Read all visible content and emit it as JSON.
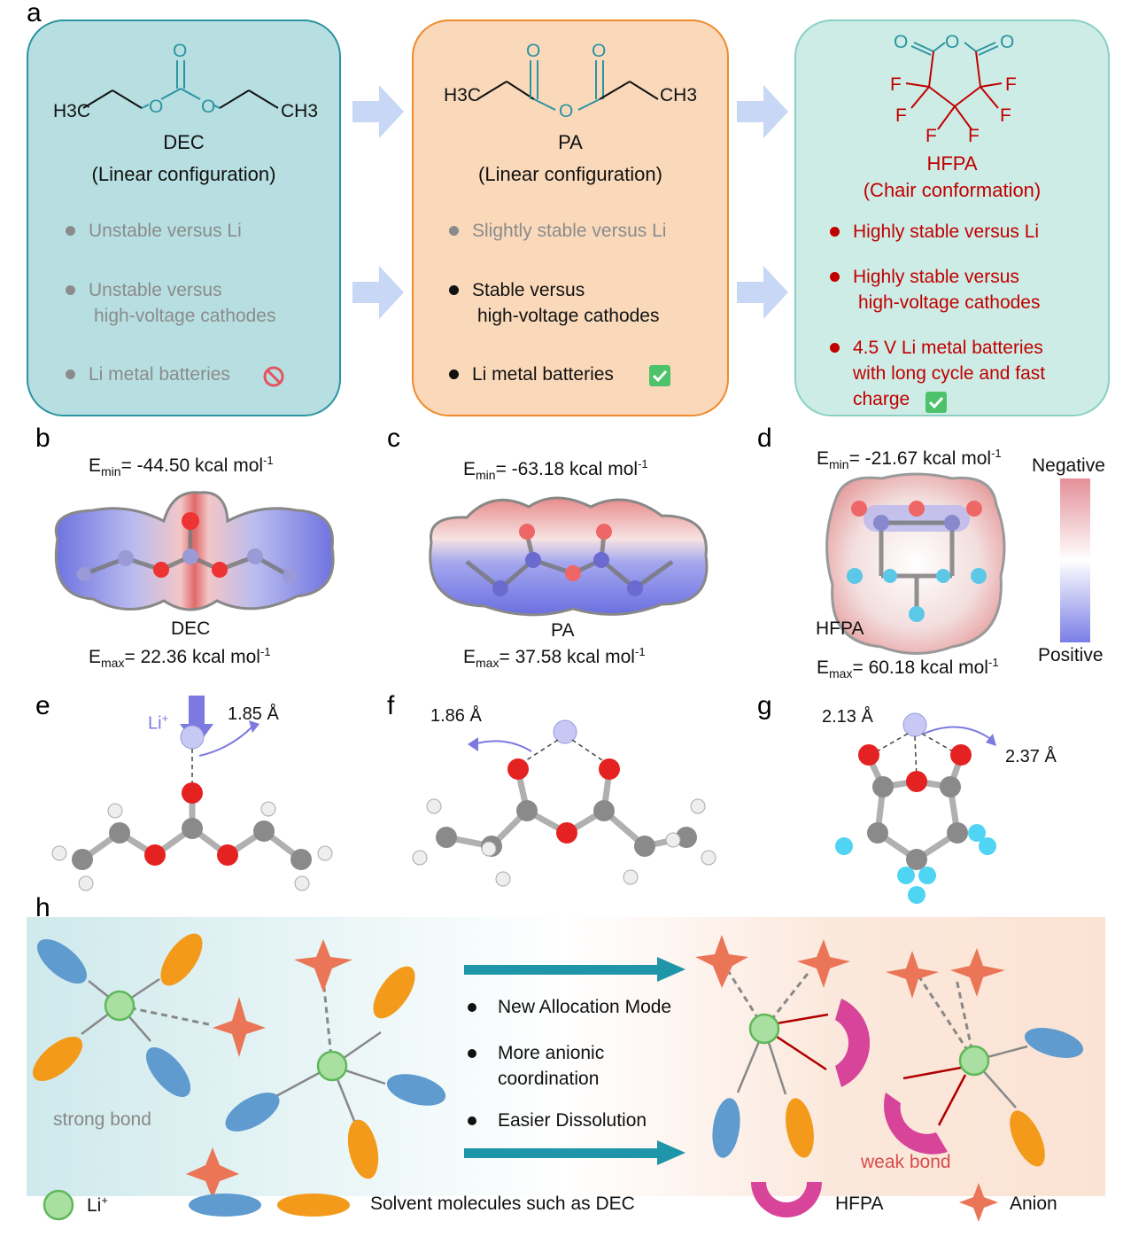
{
  "panels": {
    "a": "a",
    "b": "b",
    "c": "c",
    "d": "d",
    "e": "e",
    "f": "f",
    "g": "g",
    "h": "h"
  },
  "colors": {
    "teal": "#2b93a2",
    "orange": "#f08a2c",
    "red": "#c00000",
    "li": "#9ad89a",
    "blue_solvent": "#5f9bcf",
    "orange_solvent": "#f39a1b",
    "hfpa": "#d8449a",
    "anion": "#ea7557",
    "arrow": "#1e95a8",
    "li_ion": "#c8c8f4"
  },
  "dec": {
    "atoms": {
      "h3c": "H3C",
      "o1": "O",
      "o2": "O",
      "o3": "O",
      "ch3": "CH3"
    },
    "name": "DEC",
    "conf": "(Linear configuration)",
    "bullets": [
      "Unstable versus Li",
      "Unstable versus",
      "high-voltage cathodes",
      "Li metal batteries"
    ],
    "prohibited_icon": "prohibited-icon"
  },
  "pa": {
    "atoms": {
      "h3c": "H3C",
      "o1": "O",
      "o2": "O",
      "o3": "O",
      "ch3": "CH3"
    },
    "name": "PA",
    "conf": "(Linear configuration)",
    "bullets": [
      "Slightly stable versus Li",
      "Stable versus",
      "high-voltage cathodes",
      "Li metal batteries"
    ],
    "check_icon": "check-icon"
  },
  "hfpa": {
    "atoms": {
      "o1": "O",
      "o2": "O",
      "o3": "O",
      "f1": "F",
      "f2": "F",
      "f3": "F",
      "f4": "F",
      "f5": "F",
      "f6": "F"
    },
    "name": "HFPA",
    "conf": "(Chair conformation)",
    "bullets": [
      "Highly stable versus Li",
      "Highly stable versus",
      "high-voltage cathodes",
      "4.5 V Li metal batteries",
      "with long cycle and fast",
      "charge"
    ],
    "check_icon": "check-icon"
  },
  "esp": {
    "b": {
      "emin_val": "= -44.50 kcal mol",
      "emax_val": "= 22.36 kcal mol",
      "label": "DEC"
    },
    "c": {
      "emin_val": "= -63.18 kcal mol",
      "emax_val": "= 37.58 kcal mol",
      "label": "PA"
    },
    "d": {
      "emin_val": "= -21.67 kcal mol",
      "emax_val": "= 60.18 kcal mol",
      "label": "HFPA"
    },
    "e_letter": "E",
    "sub_min": "min",
    "sub_max": "max",
    "sup": "-1",
    "colorbar": {
      "top": "Negative",
      "bottom": "Positive"
    }
  },
  "binding": {
    "e": {
      "li_label": "Li",
      "li_sup": "+",
      "dist": "1.85 Å"
    },
    "f": {
      "dist": "1.86 Å"
    },
    "g": {
      "dist1": "2.13 Å",
      "dist2": "2.37 Å"
    }
  },
  "h": {
    "strong_bond": "strong bond",
    "weak_bond": "weak bond",
    "points": [
      "New Allocation Mode",
      "More anionic",
      "coordination",
      "Easier Dissolution"
    ]
  },
  "legend": {
    "li": "Li",
    "li_sup": "+",
    "solvent": "Solvent molecules such as DEC",
    "hfpa": "HFPA",
    "anion": "Anion"
  }
}
